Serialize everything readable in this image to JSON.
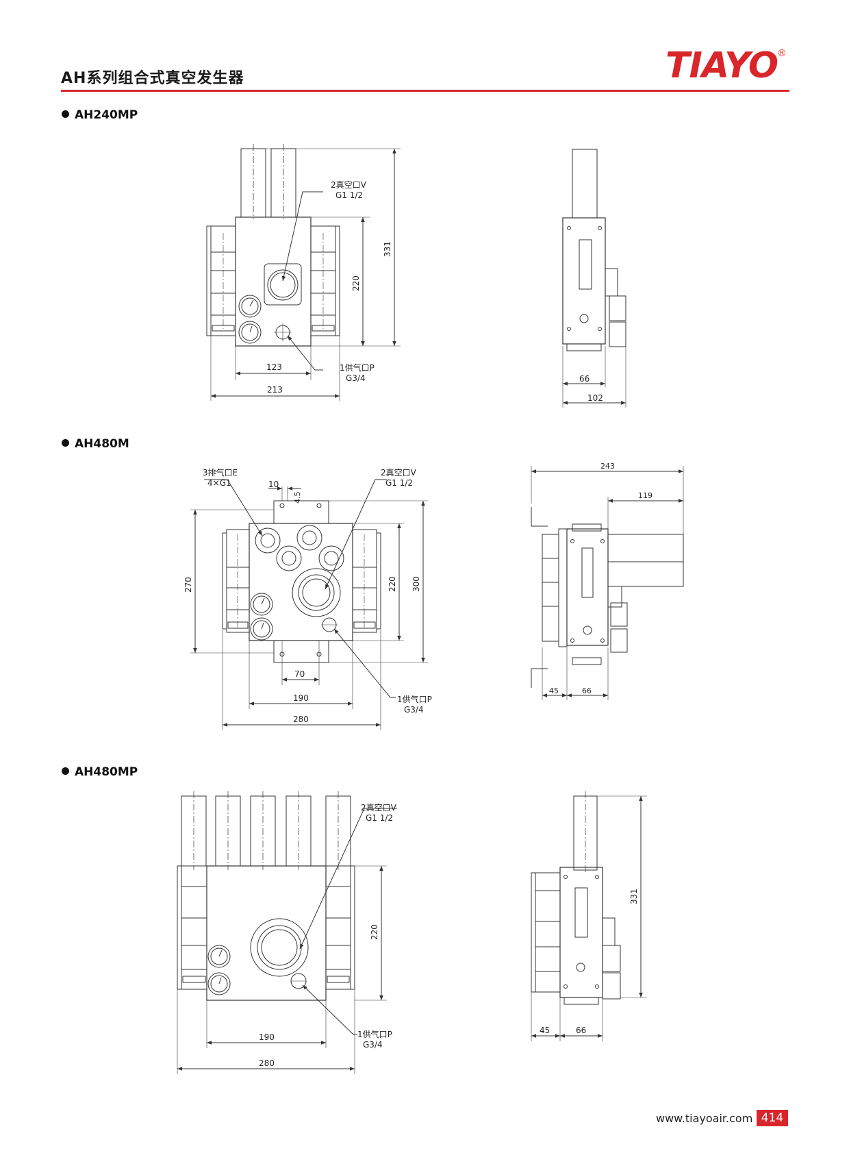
{
  "header": {
    "title": "AH系列组合式真空发生器",
    "brand": "TIAYO",
    "registered_mark": "®",
    "accent_color": "#d9262a"
  },
  "sections": [
    {
      "model": "AH240MP",
      "front": {
        "vacuum_port_label": "2真空口V",
        "vacuum_port_thread": "G1 1/2",
        "supply_port_label": "1供气口P",
        "supply_port_thread": "G3/4",
        "dim_height_total": "331",
        "dim_height_body": "220",
        "dim_width_body": "123",
        "dim_width_total": "213"
      },
      "side": {
        "dim_body": "66",
        "dim_total": "102"
      }
    },
    {
      "model": "AH480M",
      "front": {
        "exhaust_port_label": "3排气口E",
        "exhaust_port_thread": "4×G1",
        "vacuum_port_label": "2真空口V",
        "vacuum_port_thread": "G1 1/2",
        "supply_port_label": "1供气口P",
        "supply_port_thread": "G3/4",
        "dim_small_a": "10",
        "dim_small_b": "4.5",
        "dim_height_left": "270",
        "dim_height_body": "220",
        "dim_height_total": "300",
        "dim_mount": "70",
        "dim_width_body": "190",
        "dim_width_total": "280"
      },
      "side": {
        "dim_total": "243",
        "dim_upper": "119",
        "dim_left": "45",
        "dim_body": "66"
      }
    },
    {
      "model": "AH480MP",
      "front": {
        "vacuum_port_label": "2真空口V",
        "vacuum_port_thread": "G1 1/2",
        "supply_port_label": "1供气口P",
        "supply_port_thread": "G3/4",
        "dim_height_body": "220",
        "dim_width_body": "190",
        "dim_width_total": "280"
      },
      "side": {
        "dim_height_total": "331",
        "dim_left": "45",
        "dim_body": "66"
      }
    }
  ],
  "footer": {
    "url": "www.tiayoair.com",
    "page": "414"
  }
}
